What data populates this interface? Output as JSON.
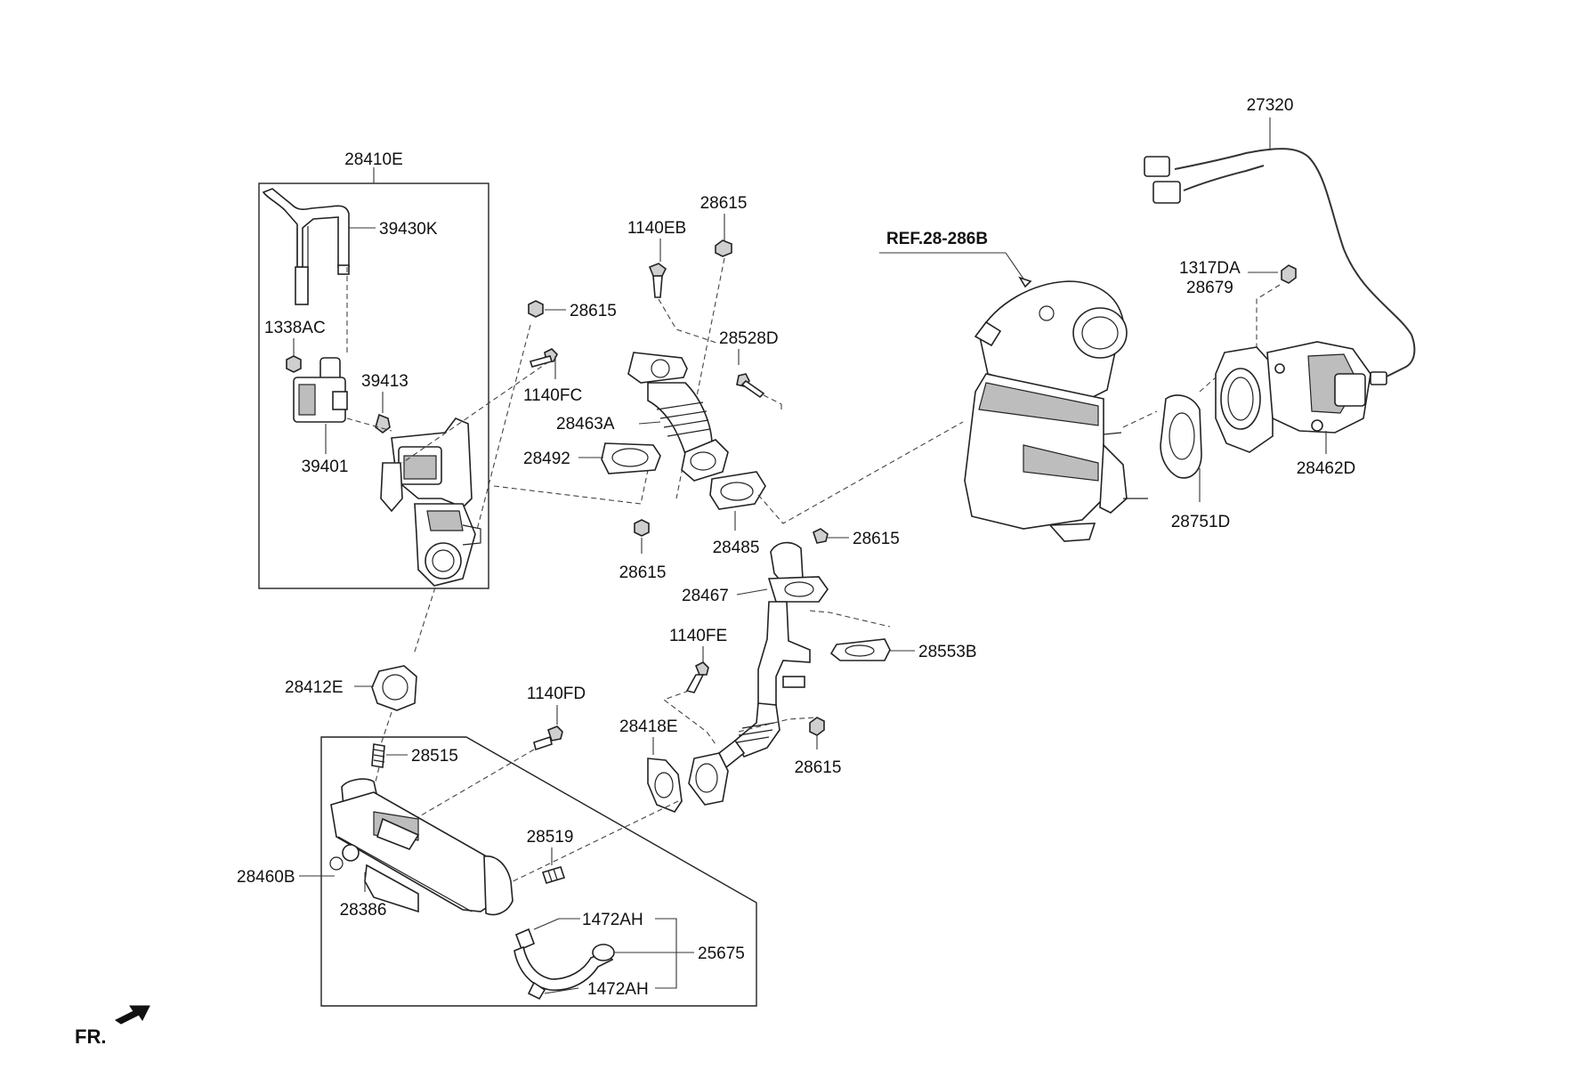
{
  "diagram": {
    "labels": {
      "egr_valve_assembly": "28410E",
      "hose": "39430K",
      "bolt_1338ac": "1338AC",
      "sensor_39413": "39413",
      "solenoid_39401": "39401",
      "nut_a": "28615",
      "nut_b": "28615",
      "nut_c": "28615",
      "nut_d": "28615",
      "nut_e": "28615",
      "bolt_1140fc": "1140FC",
      "bolt_1140eb": "1140EB",
      "stud_28528d": "28528D",
      "pipe_28463a": "28463A",
      "gasket_28492": "28492",
      "gasket_28485": "28485",
      "ref_catalyst": "REF.28-286B",
      "wire_harness": "27320",
      "nut_1317da": "1317DA",
      "bracket_28679": "28679",
      "throttle_28462d": "28462D",
      "gasket_28751d": "28751D",
      "pipe_28467": "28467",
      "gasket_28553b": "28553B",
      "bolt_1140fe": "1140FE",
      "gasket_28412e": "28412E",
      "bolt_1140fd": "1140FD",
      "gasket_28418e": "28418E",
      "stud_28515": "28515",
      "cooler_28460b": "28460B",
      "oring_28386": "28386",
      "stud_28519": "28519",
      "clamp_top": "1472AH",
      "clamp_bottom": "1472AH",
      "hose_25675": "25675",
      "front_marker": "FR."
    }
  }
}
